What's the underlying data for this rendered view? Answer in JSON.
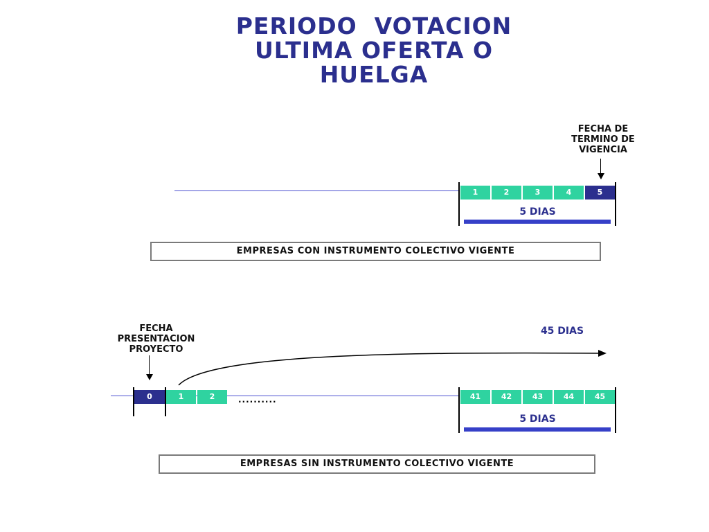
{
  "title": {
    "line1": "PERIODO  VOTACION",
    "line2": "ULTIMA OFERTA O",
    "line3": "HUELGA"
  },
  "section1": {
    "marker_label": [
      "FECHA DE",
      "TERMINO DE",
      "VIGENCIA"
    ],
    "days": [
      "1",
      "2",
      "3",
      "4",
      "5"
    ],
    "span_label": "5 DIAS",
    "box_label": "EMPRESAS CON INSTRUMENTO COLECTIVO VIGENTE"
  },
  "section2": {
    "marker_label": [
      "FECHA",
      "PRESENTACION",
      "PROYECTO"
    ],
    "start_days": [
      "0",
      "1",
      "2"
    ],
    "ellipsis": "..........",
    "end_days": [
      "41",
      "42",
      "43",
      "44",
      "45"
    ],
    "arrow_label": "45 DIAS",
    "span_label": "5 DIAS",
    "box_label": "EMPRESAS SIN  INSTRUMENTO COLECTIVO VIGENTE"
  },
  "colors": {
    "title": "#2b2f8e",
    "day_cell": "#2fd3a0",
    "highlight_cell": "#2b2f8e",
    "span_bar": "#3640c8",
    "timeline": "#4b4fd0"
  }
}
